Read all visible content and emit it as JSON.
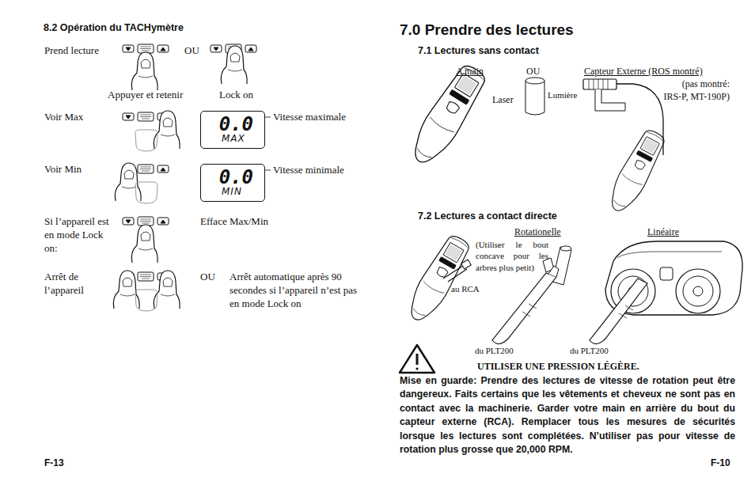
{
  "diagram": {
    "title": "7.0  Prendre des lectures",
    "nodes": [
      {
        "text": [
          "0.0",
          "MAX"
        ]
      },
      {
        "text": [
          "0.0",
          "MIN"
        ]
      }
    ],
    "labels": [
      "8.2  Opération du TACHymètre",
      "Prend lecture",
      "OU",
      "Appuyer et retenir",
      "Lock on",
      "Voir Max",
      "Vitesse maximale",
      "Voir Min",
      "Vitesse minimale",
      "Si l’appareil est en mode Lock on:",
      "Efface Max/Min",
      "Arrêt de l’appareil",
      "OU",
      "Arrêt automatique après 90 secondes si l’appareil n’est pas en mode Lock on",
      "F-13",
      "7.1  Lectures sans contact",
      "A main",
      "OU",
      "Capteur Externe (ROS montré)",
      "(pas montré: IRS-P, MT-190P)",
      "Laser",
      "Lumière",
      "7.2  Lectures a contact directe",
      "Rotationelle",
      "Linéaire",
      "(Utiliser le bout concave pour les arbres plus petit)",
      "au RCA",
      "du PLT200",
      "du PLT200",
      "UTILISER UNE PRESSION LÉGÈRE.",
      "Mise en guarde:  Prendre des lectures de vitesse de rotation peut être dangereux.  Faits certains que les vêtements et cheveux ne sont pas en contact avec la machinerie.  Garder votre main en arrière du bout du capteur externe (RCA).  Remplacer tous les mesures de sécurités lorsque les lectures sont complétées.  N’utiliser pas pour vitesse de rotation plus grosse que 20,000 RPM.",
      "F-10"
    ]
  }
}
